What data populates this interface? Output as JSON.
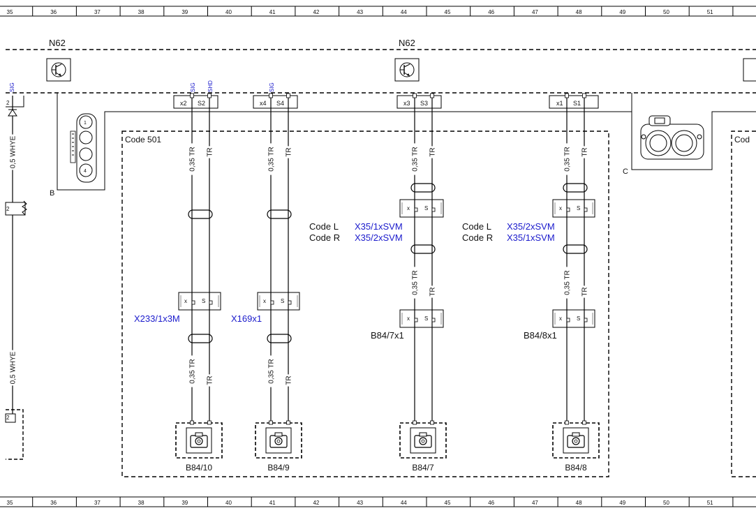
{
  "diagram": {
    "ruler_labels": [
      "35",
      "36",
      "37",
      "38",
      "39",
      "40",
      "41",
      "42",
      "43",
      "44",
      "45",
      "46",
      "47",
      "48",
      "49",
      "50",
      "51"
    ],
    "module_left": "N62",
    "module_right": "N62",
    "connector_B_label": "B",
    "connector_C_label": "C",
    "code_box_label": "Code 501",
    "code_box_right_label": "Cod",
    "pin_labels": {
      "sig": "SIG",
      "shd": "SHD"
    },
    "headers": [
      {
        "x": "x2",
        "s": "S2"
      },
      {
        "x": "x4",
        "s": "S4"
      },
      {
        "x": "x3",
        "s": "S3"
      },
      {
        "x": "x1",
        "s": "S1"
      }
    ],
    "wire_labels": {
      "wire_035_tr": "0,35 TR",
      "wire_tr": "TR",
      "wire_whye": "0,5 WHYE",
      "left_stub": "2"
    },
    "connector_pins": {
      "x": "x",
      "s": "S"
    },
    "connectors": [
      "X233/1x3M",
      "X169x1",
      "B84/7x1",
      "B84/8x1"
    ],
    "code_notes": [
      {
        "code_l": "Code L",
        "code_r": "Code R",
        "val_l": "X35/1xSVM",
        "val_r": "X35/2xSVM"
      },
      {
        "code_l": "Code L",
        "code_r": "Code R",
        "val_l": "X35/2xSVM",
        "val_r": "X35/1xSVM"
      }
    ],
    "cameras": [
      "B84/10",
      "B84/9",
      "B84/7",
      "B84/8"
    ],
    "connector_B_pins": [
      "1",
      "4"
    ]
  }
}
